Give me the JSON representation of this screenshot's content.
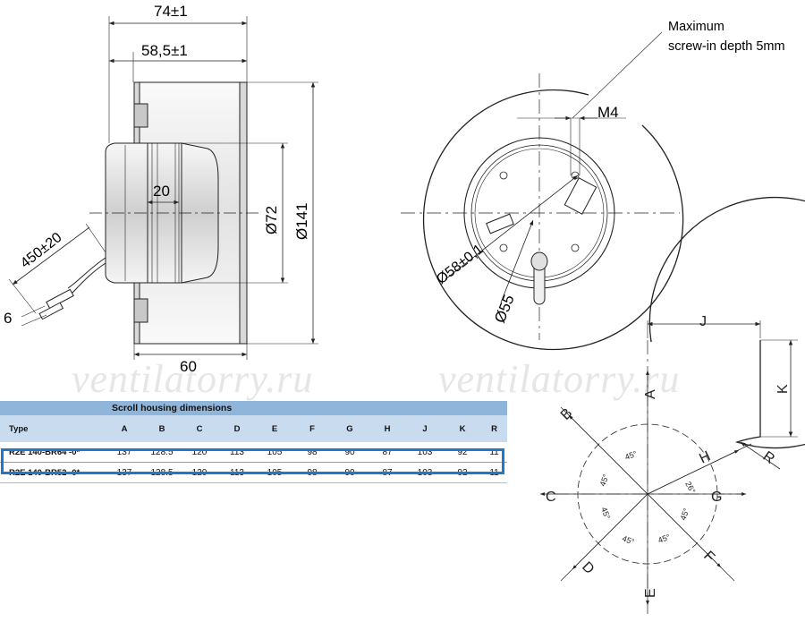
{
  "dims_side": {
    "d74": "74±1",
    "d58": "58,5±1",
    "d20": "20",
    "d72": "Ø72",
    "d141": "Ø141",
    "d450": "450±20",
    "d6": "6",
    "d60": "60"
  },
  "dims_front": {
    "note_line1": "Maximum",
    "note_line2": "screw-in depth 5mm",
    "m4": "M4",
    "d58": "Ø58±0,1",
    "d55": "Ø55"
  },
  "scroll_diagram": {
    "labels": {
      "A": "A",
      "B": "B",
      "C": "C",
      "D": "D",
      "E": "E",
      "F": "F",
      "G": "G",
      "H": "H",
      "J": "J",
      "K": "K",
      "R": "R"
    },
    "angles": [
      "45°",
      "45°",
      "45°",
      "45°",
      "45°",
      "45°",
      "26°"
    ]
  },
  "watermark": "ventilatorry.ru",
  "table": {
    "caption": "Scroll housing dimensions",
    "headers": [
      "Type",
      "A",
      "B",
      "C",
      "D",
      "E",
      "F",
      "G",
      "H",
      "J",
      "K",
      "R"
    ],
    "rows": [
      [
        "R2E 140-BR64 -0*",
        "137",
        "128.5",
        "120",
        "113",
        "105",
        "98",
        "90",
        "87",
        "103",
        "92",
        "11"
      ],
      [
        "R2E 140-BR52 -0*",
        "137",
        "128.5",
        "120",
        "113",
        "105",
        "98",
        "90",
        "87",
        "103",
        "92",
        "11"
      ]
    ]
  }
}
